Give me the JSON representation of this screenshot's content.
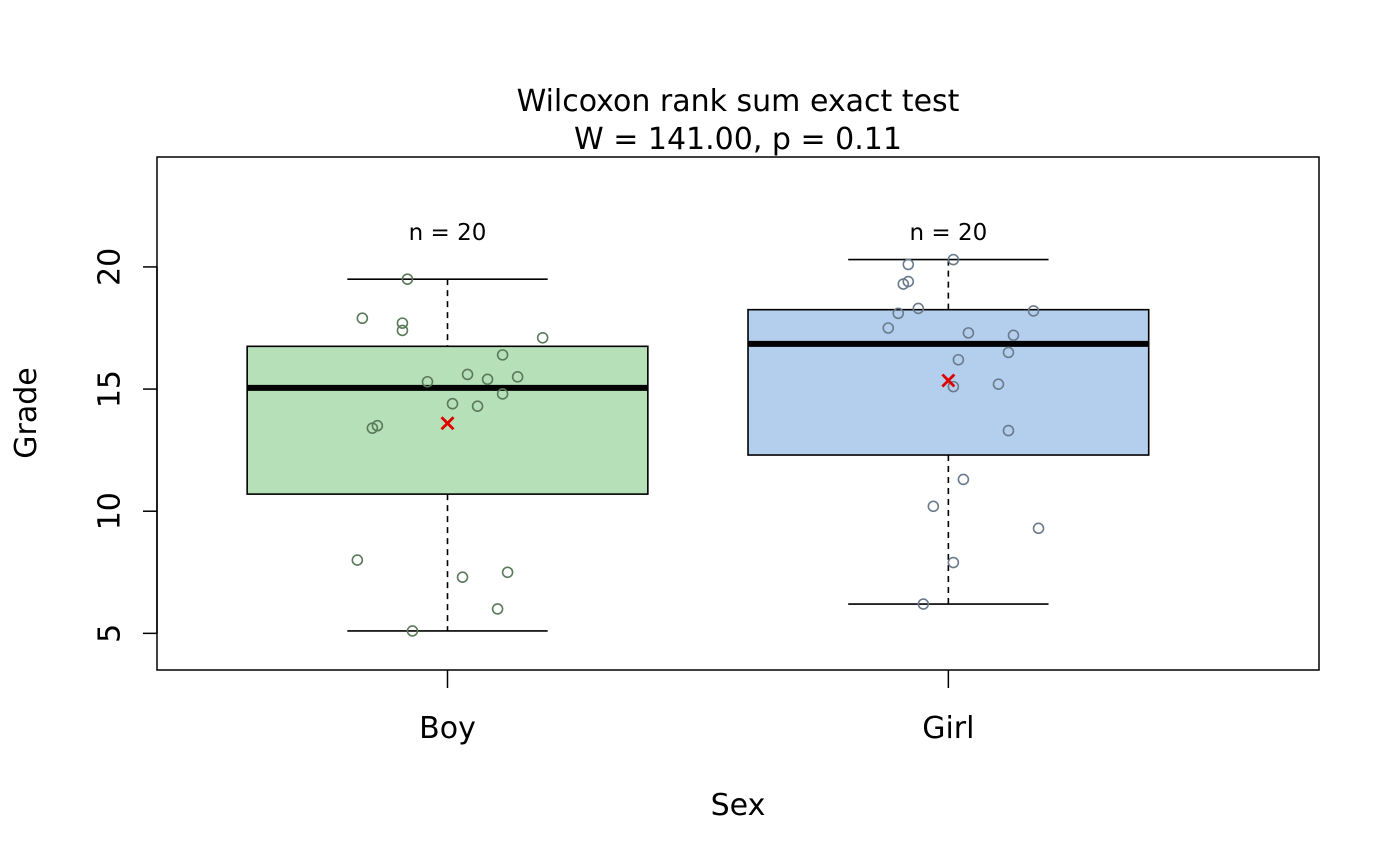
{
  "chart_data": {
    "type": "boxplot",
    "title": "Wilcoxon rank sum exact test",
    "subtitle": "W = 141.00, p = 0.11",
    "xlabel": "Sex",
    "ylabel": "Grade",
    "ylim": [
      3.5,
      24.5
    ],
    "yticks": [
      5,
      10,
      15,
      20
    ],
    "ytick_labels": [
      "5",
      "10",
      "15",
      "20"
    ],
    "grid": false,
    "categories": [
      "Boy",
      "Girl"
    ],
    "groups": [
      {
        "name": "Boy",
        "n_label": "n = 20",
        "fill": "#b6e0b8",
        "point_color": "#5a7a5a",
        "whisker_low": 5.1,
        "q1": 10.7,
        "median": 15.05,
        "q3": 16.75,
        "whisker_high": 19.5,
        "mean": 13.6,
        "points": [
          {
            "jitter": -0.08,
            "y": 19.5
          },
          {
            "jitter": -0.17,
            "y": 17.9
          },
          {
            "jitter": -0.09,
            "y": 17.7
          },
          {
            "jitter": -0.09,
            "y": 17.4
          },
          {
            "jitter": 0.19,
            "y": 17.1
          },
          {
            "jitter": 0.11,
            "y": 16.4
          },
          {
            "jitter": 0.04,
            "y": 15.6
          },
          {
            "jitter": 0.14,
            "y": 15.5
          },
          {
            "jitter": 0.08,
            "y": 15.4
          },
          {
            "jitter": -0.04,
            "y": 15.3
          },
          {
            "jitter": 0.11,
            "y": 14.8
          },
          {
            "jitter": 0.01,
            "y": 14.4
          },
          {
            "jitter": 0.06,
            "y": 14.3
          },
          {
            "jitter": -0.14,
            "y": 13.5
          },
          {
            "jitter": -0.15,
            "y": 13.4
          },
          {
            "jitter": -0.18,
            "y": 8.0
          },
          {
            "jitter": 0.12,
            "y": 7.5
          },
          {
            "jitter": 0.03,
            "y": 7.3
          },
          {
            "jitter": 0.1,
            "y": 6.0
          },
          {
            "jitter": -0.07,
            "y": 5.1
          }
        ]
      },
      {
        "name": "Girl",
        "n_label": "n = 20",
        "fill": "#b3cfed",
        "point_color": "#6b7b8c",
        "whisker_low": 6.2,
        "q1": 12.3,
        "median": 16.85,
        "q3": 18.25,
        "whisker_high": 20.3,
        "mean": 15.35,
        "points": [
          {
            "jitter": 0.01,
            "y": 20.3
          },
          {
            "jitter": -0.08,
            "y": 20.1
          },
          {
            "jitter": -0.08,
            "y": 19.4
          },
          {
            "jitter": -0.09,
            "y": 19.3
          },
          {
            "jitter": -0.06,
            "y": 18.3
          },
          {
            "jitter": 0.17,
            "y": 18.2
          },
          {
            "jitter": -0.1,
            "y": 18.1
          },
          {
            "jitter": -0.12,
            "y": 17.5
          },
          {
            "jitter": 0.04,
            "y": 17.3
          },
          {
            "jitter": 0.13,
            "y": 17.2
          },
          {
            "jitter": 0.12,
            "y": 16.5
          },
          {
            "jitter": 0.02,
            "y": 16.2
          },
          {
            "jitter": 0.1,
            "y": 15.2
          },
          {
            "jitter": 0.01,
            "y": 15.1
          },
          {
            "jitter": 0.12,
            "y": 13.3
          },
          {
            "jitter": 0.03,
            "y": 11.3
          },
          {
            "jitter": -0.03,
            "y": 10.2
          },
          {
            "jitter": 0.18,
            "y": 9.3
          },
          {
            "jitter": 0.01,
            "y": 7.9
          },
          {
            "jitter": -0.05,
            "y": 6.2
          }
        ]
      }
    ],
    "mean_marker_color": "#e00000"
  }
}
